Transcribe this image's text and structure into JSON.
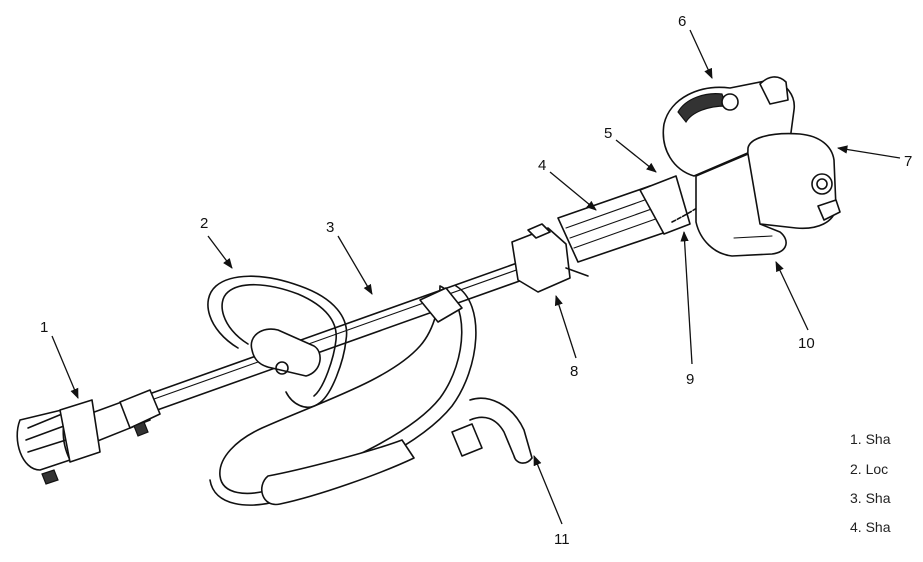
{
  "callouts": {
    "c1": "1",
    "c2": "2",
    "c3": "3",
    "c4": "4",
    "c5": "5",
    "c6": "6",
    "c7": "7",
    "c8": "8",
    "c9": "9",
    "c10": "10",
    "c11": "11"
  },
  "legend": {
    "items": [
      "1. Sha",
      "2. Loc",
      "3. Sha",
      "4. Sha"
    ]
  }
}
